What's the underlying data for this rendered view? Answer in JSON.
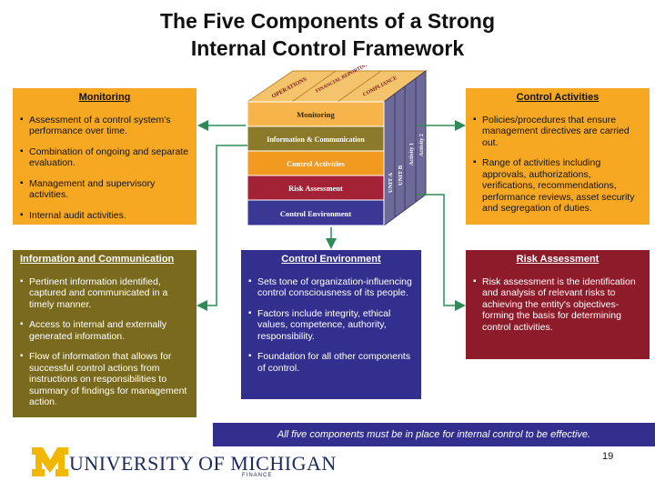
{
  "title": {
    "line1": "The Five Components of a Strong",
    "line2": "Internal Control Framework"
  },
  "monitoring": {
    "heading": "Monitoring",
    "items": [
      "Assessment of a control system's performance over time.",
      "Combination of ongoing and separate evaluation.",
      "Management and supervisory activities.",
      " Internal audit activities."
    ]
  },
  "control_activities": {
    "heading": "Control Activities",
    "items": [
      "Policies/procedures that ensure management directives are carried out.",
      "Range of activities including approvals, authorizations, verifications, recommendations, performance reviews, asset security and segregation of duties."
    ]
  },
  "information_communication": {
    "heading": "Information and Communication",
    "items": [
      "Pertinent information identified, captured and communicated in a timely manner.",
      "Access to internal and externally generated information.",
      "Flow of information that allows for successful control actions from instructions on responsibilities to summary of findings for management action."
    ]
  },
  "control_environment": {
    "heading": "Control Environment",
    "items": [
      "Sets tone of organization-influencing control consciousness of its people.",
      "Factors include integrity, ethical values, competence, authority, responsibility.",
      "Foundation for all other components of control."
    ]
  },
  "risk_assessment": {
    "heading": "Risk Assessment",
    "items": [
      "Risk assessment is the identification and analysis of relevant risks to achieving the entity's objectives-forming the basis for determining control activities."
    ]
  },
  "cube": {
    "top_labels": [
      "OPERATIONS",
      "FINANCIAL REPORTING",
      "COMPLIANCE"
    ],
    "side_labels": [
      "UNIT A",
      "UNIT B",
      "Activity 1",
      "Activity 2"
    ],
    "layers": [
      "Monitoring",
      "Information & Communication",
      "Control Activities",
      "Risk Assessment",
      "Control Environment"
    ]
  },
  "banner": "All five components must be in place for internal control to be effective.",
  "logo": {
    "name": "UNIVERSITY OF MICHIGAN",
    "sub": "FINANCE"
  },
  "page_number": "19",
  "colors": {
    "monitoring": "#f7a823",
    "control_activities": "#f7a823",
    "information_communication": "#7a6a1e",
    "control_environment": "#322f8e",
    "risk_assessment": "#8e1b2a",
    "michigan_maize": "#f2b701",
    "michigan_blue": "#1b2a5c"
  }
}
